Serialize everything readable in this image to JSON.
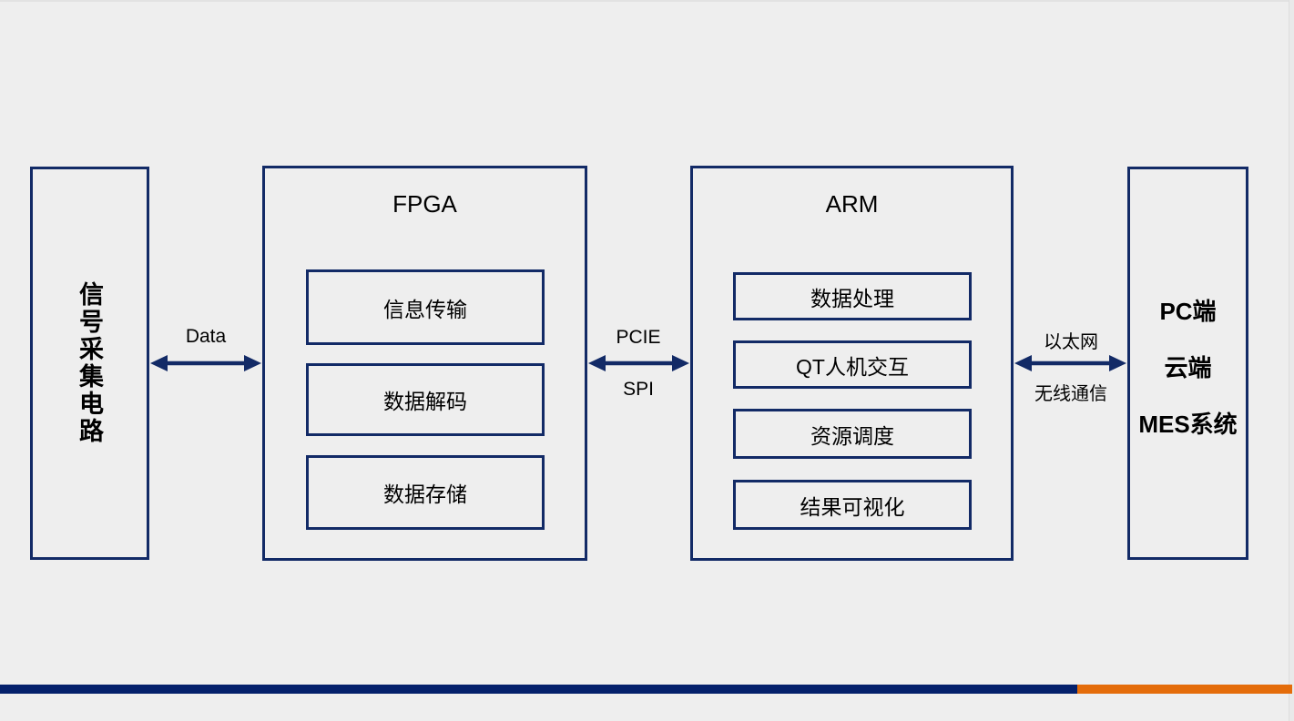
{
  "palette": {
    "background": "#eeeeee",
    "navy": "#122a66",
    "bar_navy": "#04206b",
    "bar_orange": "#e46c0a",
    "text": "#000000"
  },
  "blocks": {
    "signal_acquisition": {
      "label": "信号采集电路"
    },
    "fpga": {
      "title": "FPGA",
      "items": [
        "信息传输",
        "数据解码",
        "数据存储"
      ]
    },
    "arm": {
      "title": "ARM",
      "items": [
        "数据处理",
        "QT人机交互",
        "资源调度",
        "结果可视化"
      ]
    },
    "clients": {
      "lines": [
        "PC端",
        "云端",
        "MES系统"
      ]
    }
  },
  "connectors": {
    "signal_to_fpga": {
      "label_top": "Data"
    },
    "fpga_to_arm": {
      "label_top": "PCIE",
      "label_bottom": "SPI"
    },
    "arm_to_clients": {
      "label_top": "以太网",
      "label_bottom": "无线通信"
    }
  }
}
